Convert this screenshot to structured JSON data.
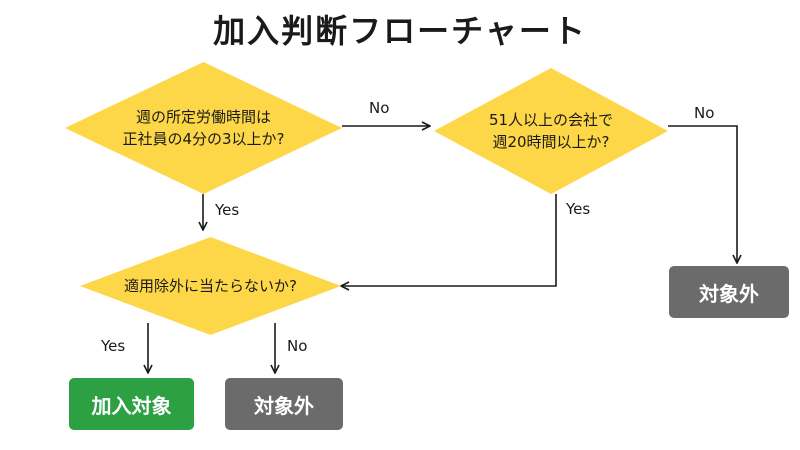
{
  "title": "加入判断フローチャート",
  "nodes": {
    "q1": {
      "lines": [
        "週の所定労働時間は",
        "正社員の4分の3以上か?"
      ]
    },
    "q2": {
      "lines": [
        "51人以上の会社で",
        "週20時間以上か?"
      ]
    },
    "q3": {
      "lines": [
        "適用除外に当たらないか?"
      ]
    },
    "result_enrolled": "加入対象",
    "result_excluded_left": "対象外",
    "result_excluded_right": "対象外"
  },
  "edges": {
    "q1_no": "No",
    "q1_yes": "Yes",
    "q2_no": "No",
    "q2_yes": "Yes",
    "q3_yes": "Yes",
    "q3_no": "No"
  },
  "colors": {
    "decision": "#fdd747",
    "enrolled": "#2ea044",
    "excluded": "#6b6b6b",
    "line": "#1a1a1a"
  }
}
